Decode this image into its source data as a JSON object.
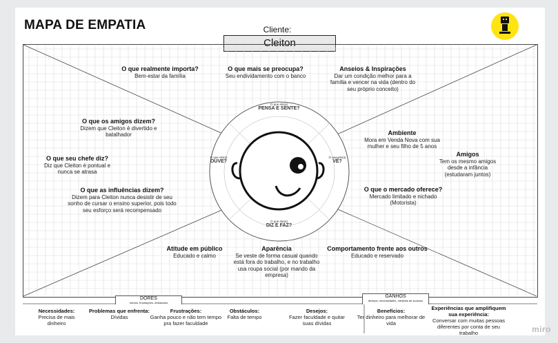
{
  "title": "MAPA DE EMPATIA",
  "client": {
    "label": "Cliente:",
    "name": "Cleiton"
  },
  "sections": {
    "importa": {
      "q": "O que realmente importa?",
      "a": "Bem-estar da família"
    },
    "preocupa": {
      "q": "O que mais se preocupa?",
      "a": "Seu endividamento com o banco"
    },
    "anseios": {
      "q": "Anseios & Inspirações",
      "a": "Dar um condição melhor para a família e vencer na vida (dentro do seu próprio conceito)"
    },
    "amigos_dizem": {
      "q": "O que os amigos dizem?",
      "a": "Dizem que Cleiton é divertido e batalhador"
    },
    "chefe": {
      "q": "O que seu chefe diz?",
      "a": "Diz que Cleiton é pontual e nunca se atrasa"
    },
    "influencias": {
      "q": "O que as influências dizem?",
      "a": "Dizem para Cleiton nunca desistir de seu sonho de cursar o ensino superior, pois todo seu esforço será recompensado"
    },
    "ambiente": {
      "q": "Ambiente",
      "a": "Mora em Venda Nova com sua mulher e seu filho de 5 anos"
    },
    "amigos": {
      "q": "Amigos",
      "a": "Tem os mesmo amigos desde a infância (estudaram juntos)"
    },
    "mercado": {
      "q": "O que o mercado oferece?",
      "a": "Mercado limitado e nichado (Motorista)"
    },
    "atitude": {
      "q": "Atitude em público",
      "a": "Educado e calmo"
    },
    "aparencia": {
      "q": "Aparência",
      "a": "Se veste de forma casual quando está fora do trabalho, e no trabalho usa roupa social (por mando da empresa)"
    },
    "comportamento": {
      "q": "Comportamento frente aos outros",
      "a": "Educado e reservado"
    }
  },
  "face": {
    "pensa": {
      "small": "O que ele(a)",
      "big": "PENSA E SENTE?"
    },
    "ouve": {
      "small": "O que ele(a)",
      "big": "OUVE?"
    },
    "ve": {
      "small": "O que ele(a)",
      "big": "VÊ?"
    },
    "diz": {
      "small": "O que ele(a)",
      "big": "DIZ E FAZ?"
    }
  },
  "bottom": {
    "dores": {
      "label": "DORES",
      "sub": "medos, frustrações, obstáculos"
    },
    "ganhos": {
      "label": "GANHOS",
      "sub": "desejos, necessidades, medidas de sucesso"
    },
    "necessidades": {
      "q": "Necessidades:",
      "a": "Precisa de mais dinheiro"
    },
    "problemas": {
      "q": "Problemas que enfrenta:",
      "a": "Dívidas"
    },
    "frustracoes": {
      "q": "Frustrações:",
      "a": "Ganha pouco e não tem tempo pra fazer faculdade"
    },
    "obstaculos": {
      "q": "Obstáculos:",
      "a": "Falta de tempo"
    },
    "desejos": {
      "q": "Desejos:",
      "a": "Fazer faculdade e quitar suas dívidas"
    },
    "beneficios": {
      "q": "Benefícios:",
      "a": "Ter dinheiro para melhorar de vida"
    },
    "experiencias": {
      "q": "Experiências que amplifiquem sua experiência:",
      "a": "Conversar com muitas pessoas diferentes por conta de seu trabalho"
    }
  },
  "watermark": "miro",
  "colors": {
    "logo": "#ffe312",
    "grid": "#d8d8d8"
  }
}
